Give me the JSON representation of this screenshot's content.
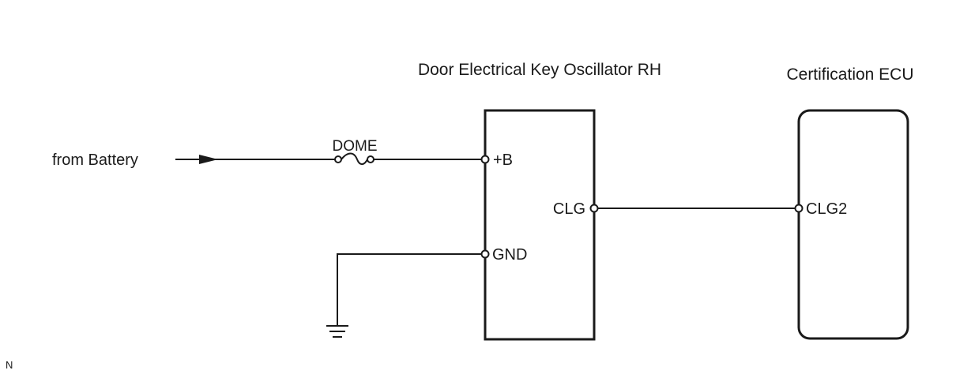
{
  "components": {
    "oscillator_title": "Door Electrical Key Oscillator RH",
    "ecu_title": "Certification ECU"
  },
  "source_label": "from Battery",
  "fuse_label": "DOME",
  "pins": {
    "plus_b": "+B",
    "gnd": "GND",
    "clg": "CLG",
    "clg2": "CLG2"
  },
  "corner_mark": "N"
}
